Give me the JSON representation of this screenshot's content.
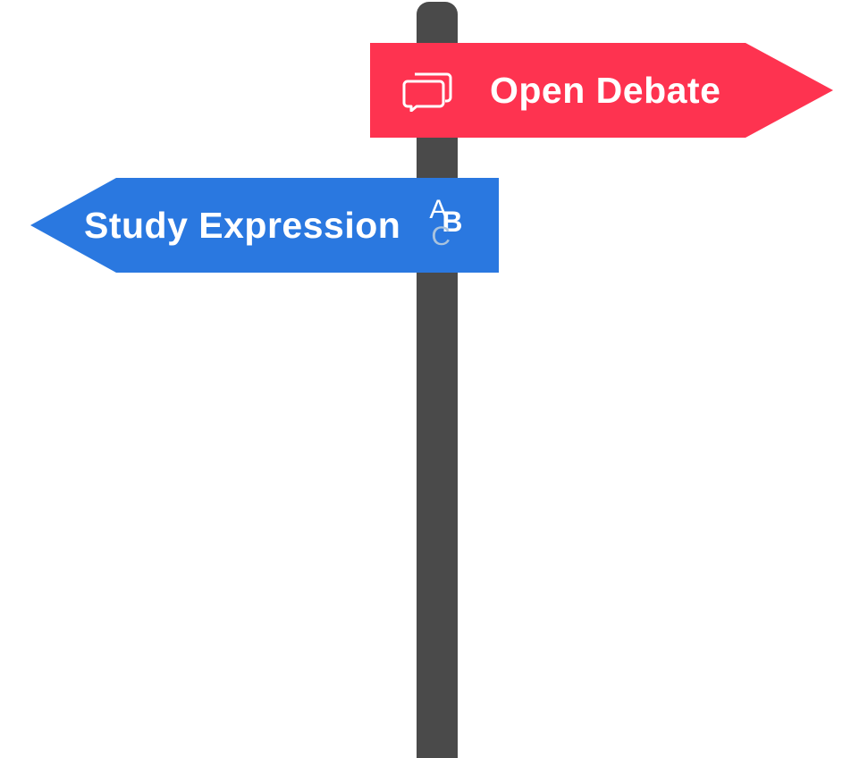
{
  "signpost": {
    "signs": [
      {
        "label": "Open Debate",
        "icon": "chat-bubbles-icon",
        "direction": "right",
        "color": "#FE3350"
      },
      {
        "label": "Study Expression",
        "icon": "abc-letters-icon",
        "direction": "left",
        "color": "#2A78E0"
      }
    ],
    "abc_icon": {
      "letters": [
        "A",
        "B",
        "C"
      ],
      "faded_color": "#A9C3DE"
    },
    "pole_color": "#4A4A4A"
  }
}
